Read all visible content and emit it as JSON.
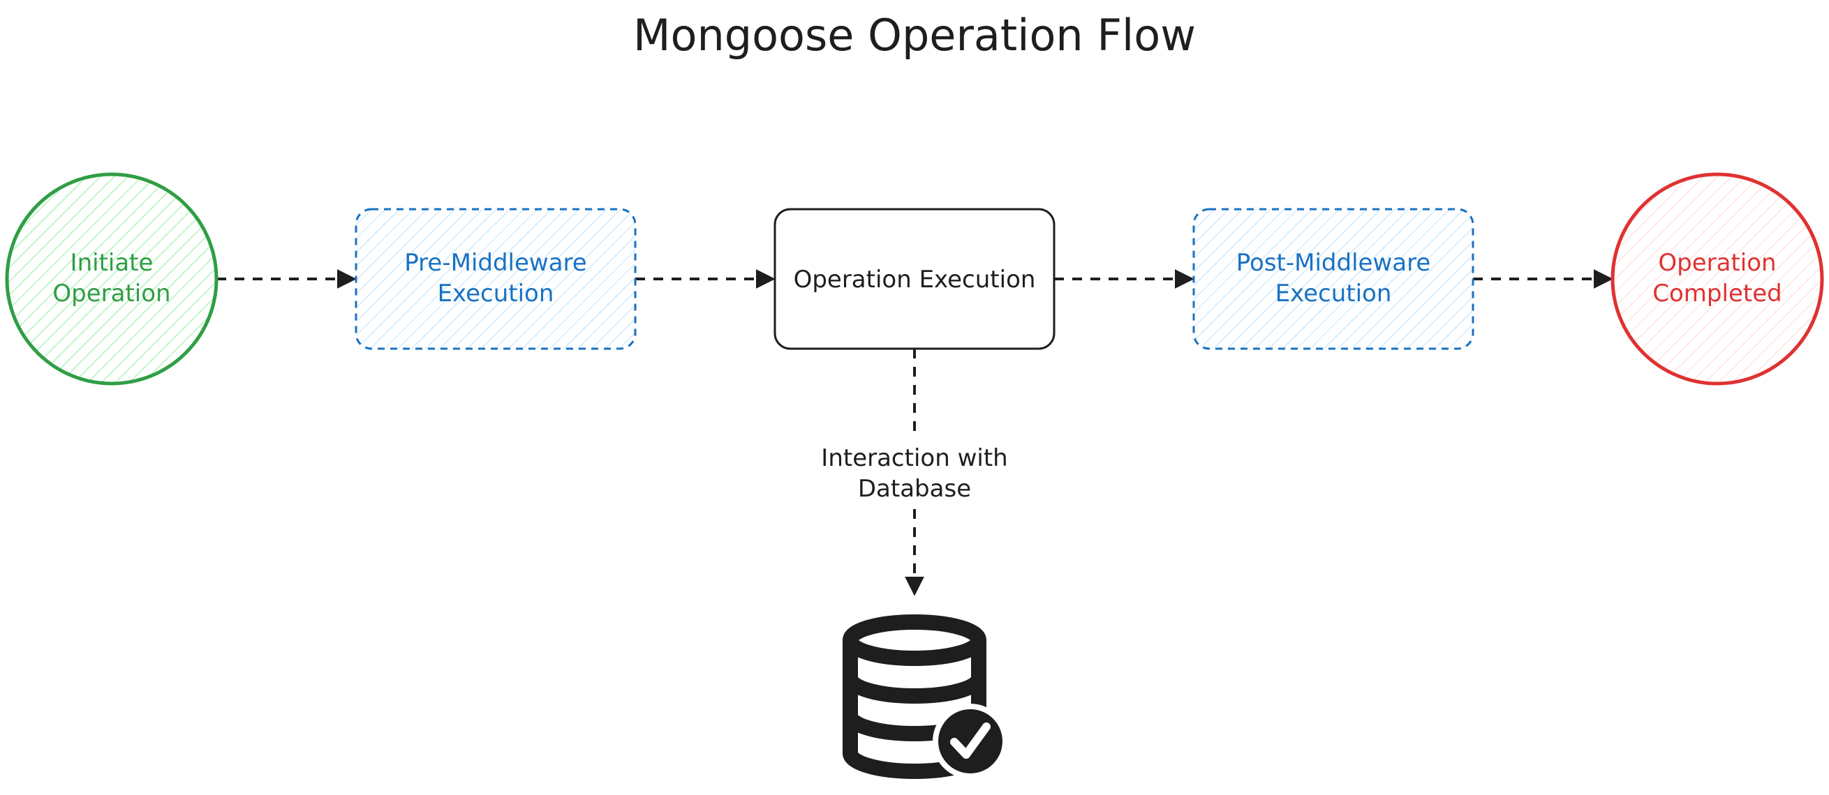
{
  "diagram": {
    "title": "Mongoose Operation Flow",
    "nodes": {
      "initiate": {
        "line1": "Initiate",
        "line2": "Operation",
        "color": "#2f9e44",
        "shape": "circle"
      },
      "pre": {
        "line1": "Pre-Middleware",
        "line2": "Execution",
        "color": "#1971c2",
        "shape": "dashed-rounded-rectangle"
      },
      "exec": {
        "line1": "Operation Execution",
        "color": "#1e1e1e",
        "shape": "rounded-rectangle"
      },
      "post": {
        "line1": "Post-Middleware",
        "line2": "Execution",
        "color": "#1971c2",
        "shape": "dashed-rounded-rectangle"
      },
      "completed": {
        "line1": "Operation",
        "line2": "Completed",
        "color": "#e03131",
        "shape": "circle"
      }
    },
    "edges": [
      {
        "from": "initiate",
        "to": "pre",
        "style": "dashed-arrow"
      },
      {
        "from": "pre",
        "to": "exec",
        "style": "dashed-arrow"
      },
      {
        "from": "exec",
        "to": "post",
        "style": "dashed-arrow"
      },
      {
        "from": "post",
        "to": "completed",
        "style": "dashed-arrow"
      },
      {
        "from": "exec",
        "to": "database",
        "style": "dashed-arrow",
        "label_line1": "Interaction with",
        "label_line2": "Database"
      }
    ],
    "database_icon": {
      "icon": "database-check-icon",
      "color": "#1e1e1e"
    }
  }
}
